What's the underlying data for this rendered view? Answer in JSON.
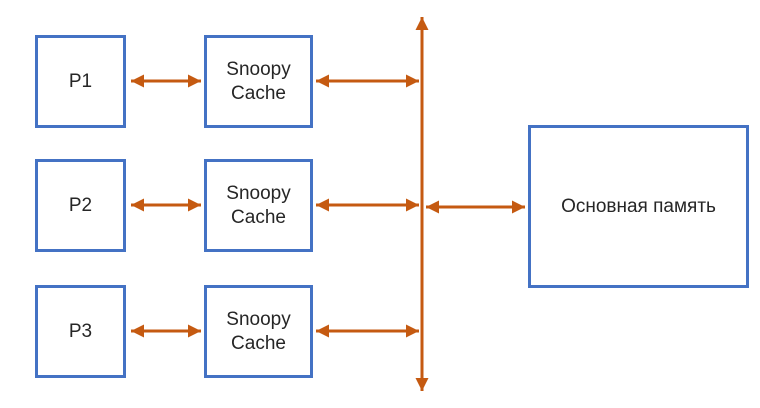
{
  "diagram": {
    "colors": {
      "box_border": "#4472C4",
      "arrow": "#C55A11",
      "text": "#262626",
      "background": "#FFFFFF"
    },
    "processors": [
      {
        "label": "P1"
      },
      {
        "label": "P2"
      },
      {
        "label": "P3"
      }
    ],
    "caches": [
      {
        "label": "Snoopy Cache"
      },
      {
        "label": "Snoopy Cache"
      },
      {
        "label": "Snoopy Cache"
      }
    ],
    "memory": {
      "label": "Основная память"
    },
    "bus": {
      "orientation": "vertical",
      "arrowheads_both_ends": true
    },
    "connections": [
      {
        "from": "P1",
        "to": "Snoopy Cache (1)",
        "bidirectional": true
      },
      {
        "from": "Snoopy Cache (1)",
        "to": "bus",
        "bidirectional": true
      },
      {
        "from": "P2",
        "to": "Snoopy Cache (2)",
        "bidirectional": true
      },
      {
        "from": "Snoopy Cache (2)",
        "to": "bus",
        "bidirectional": true
      },
      {
        "from": "P3",
        "to": "Snoopy Cache (3)",
        "bidirectional": true
      },
      {
        "from": "Snoopy Cache (3)",
        "to": "bus",
        "bidirectional": true
      },
      {
        "from": "bus",
        "to": "Основная память",
        "bidirectional": true
      }
    ]
  }
}
